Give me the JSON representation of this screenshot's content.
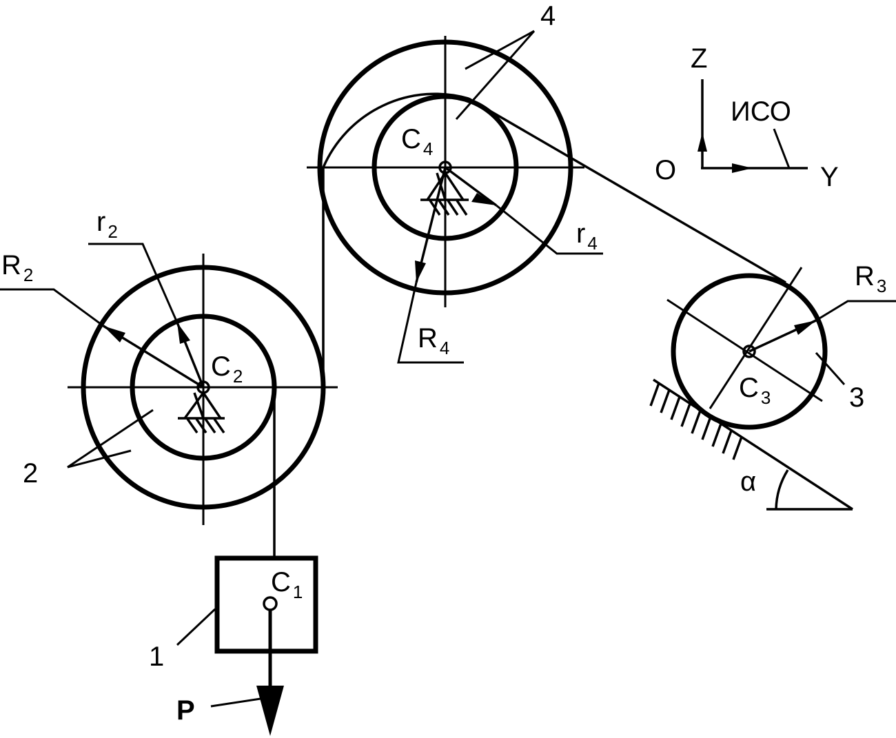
{
  "labels": {
    "body1": "1",
    "body2": "2",
    "body3": "3",
    "body4": "4",
    "force": "P",
    "angle": "α",
    "frame": "ИСО",
    "axis_z": "Z",
    "axis_y": "Y",
    "origin": "O",
    "c1": {
      "main": "C",
      "sub": "1"
    },
    "c2": {
      "main": "C",
      "sub": "2"
    },
    "c3": {
      "main": "C",
      "sub": "3"
    },
    "c4": {
      "main": "C",
      "sub": "4"
    },
    "r2": {
      "main": "r",
      "sub": "2"
    },
    "R2": {
      "main": "R",
      "sub": "2"
    },
    "r4": {
      "main": "r",
      "sub": "4"
    },
    "R4": {
      "main": "R",
      "sub": "4"
    },
    "R3": {
      "main": "R",
      "sub": "3"
    }
  },
  "colors": {
    "ink": "#000000",
    "background": "#ffffff"
  }
}
